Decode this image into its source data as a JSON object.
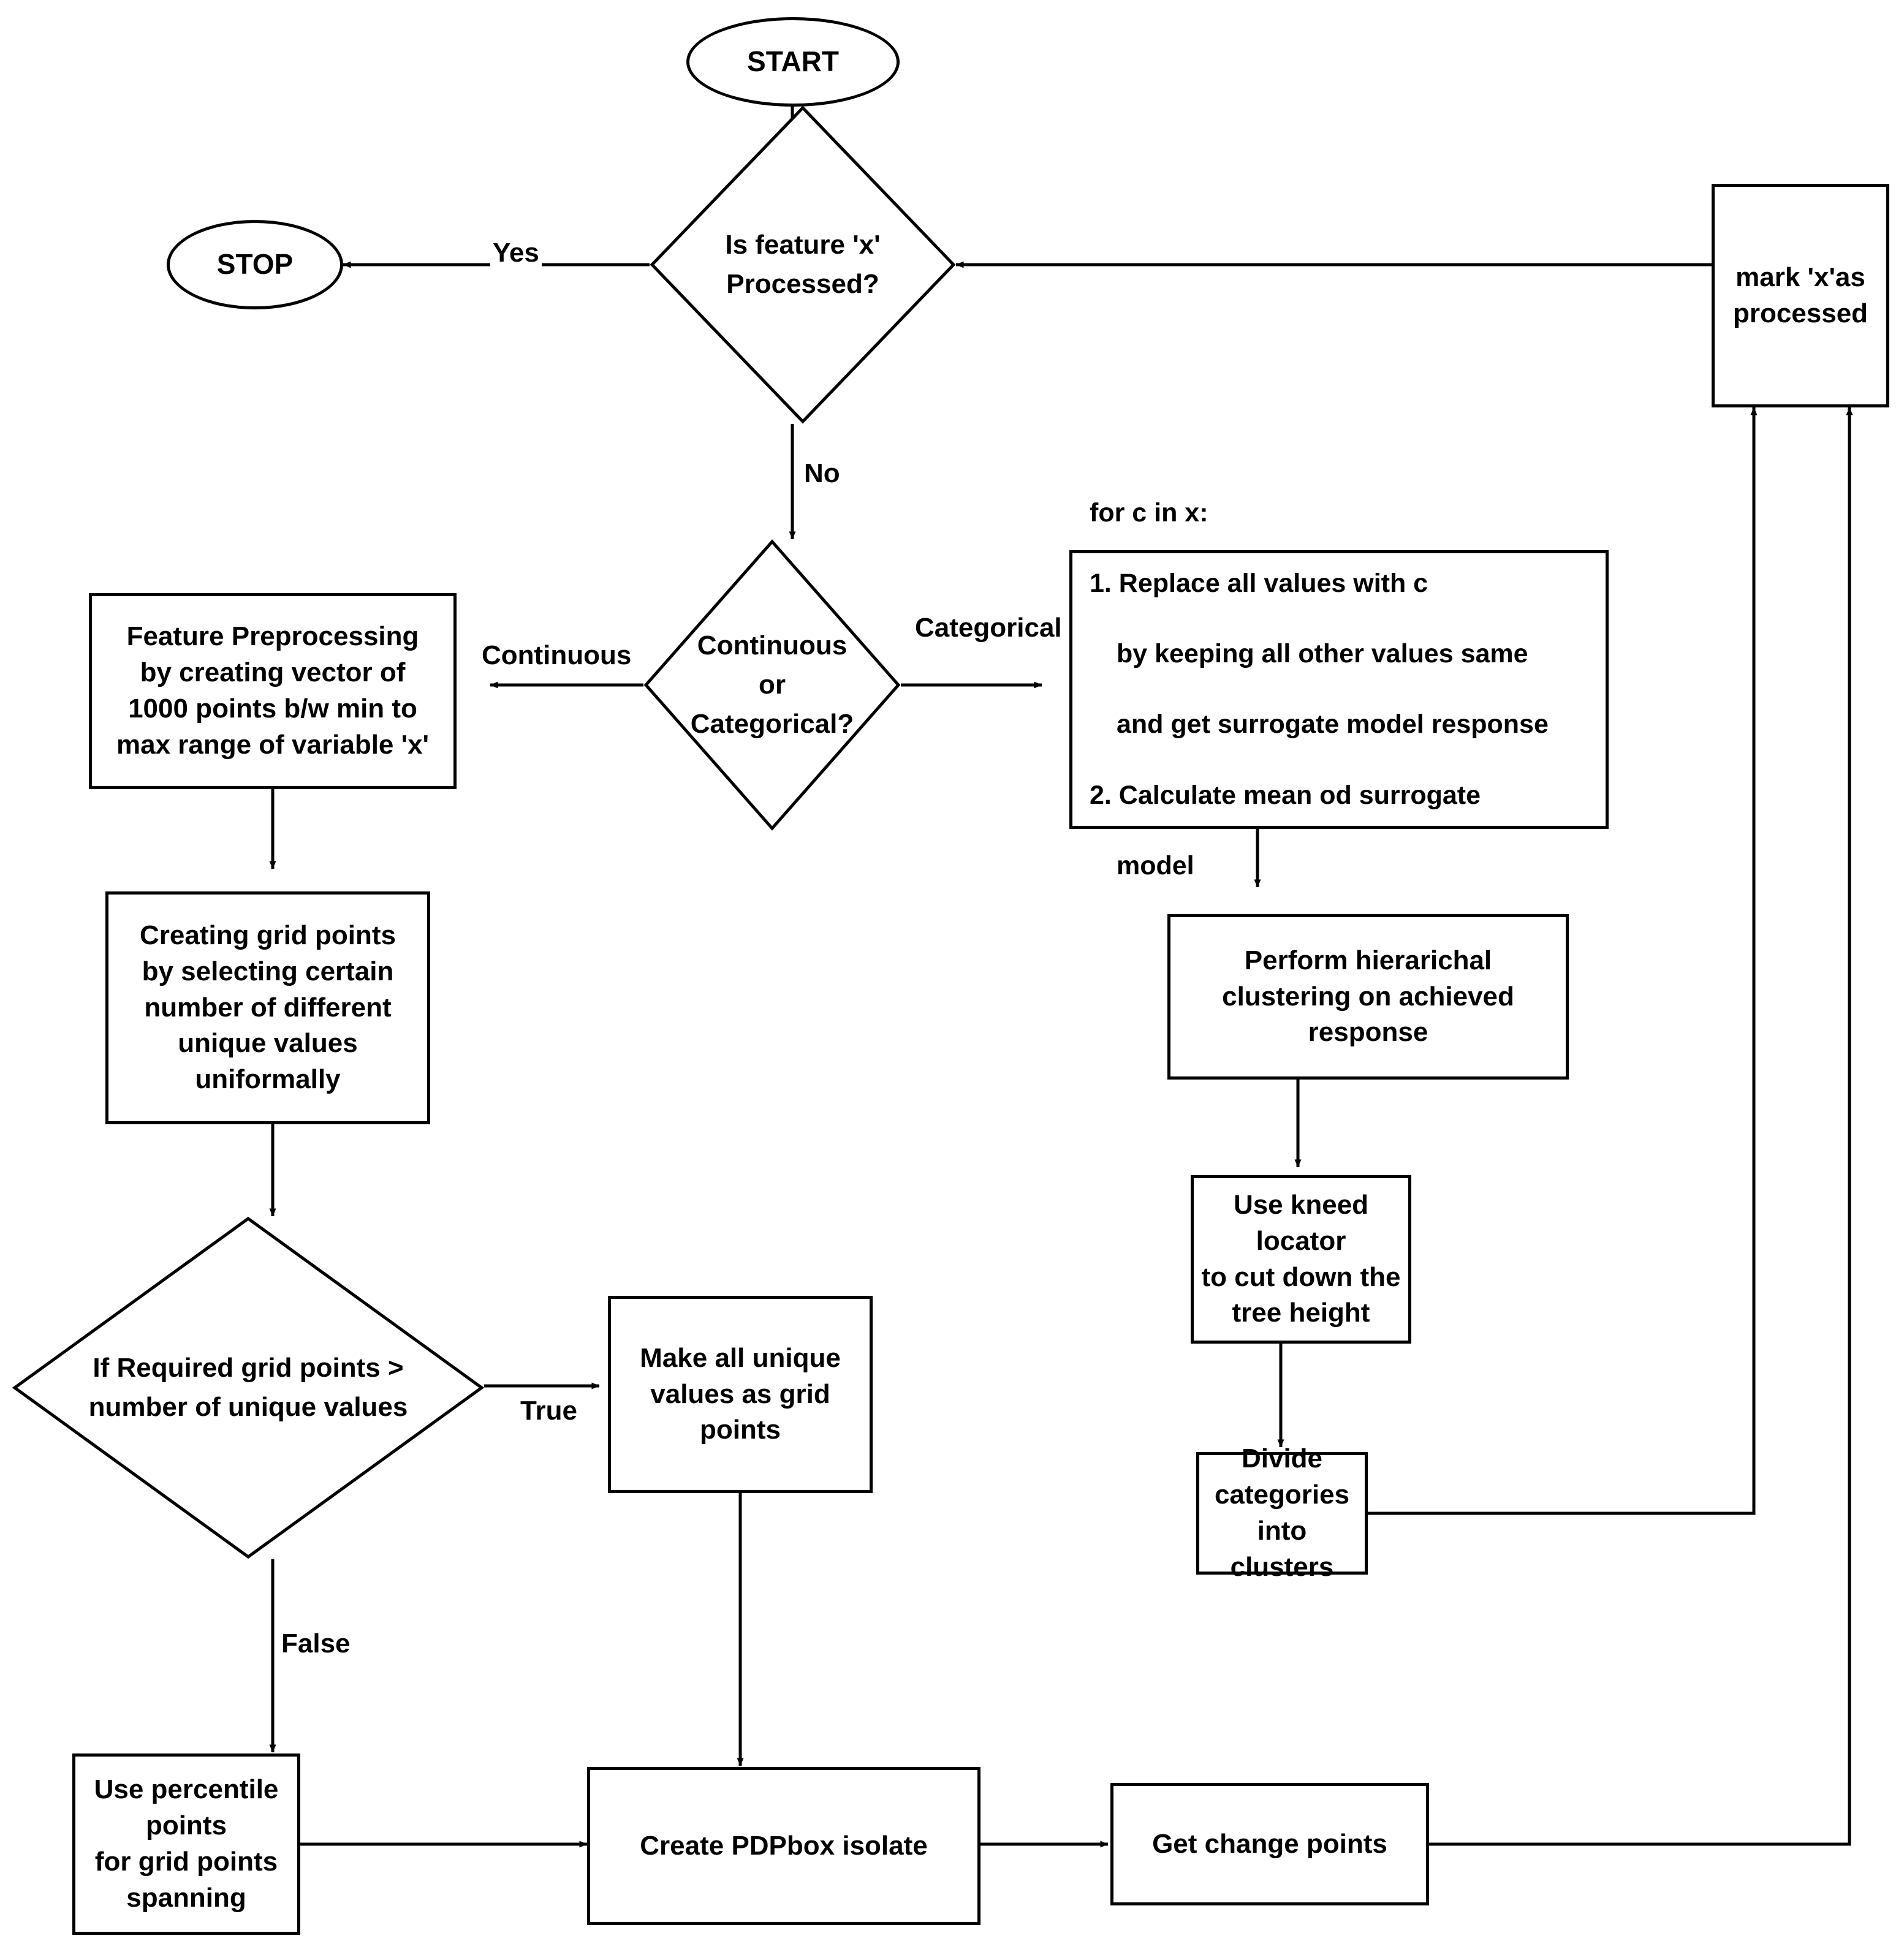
{
  "diagram": {
    "title": "Feature processing flowchart",
    "stroke_color": "#000000",
    "fill_color": "#ffffff",
    "background": "#ffffff"
  },
  "nodes": {
    "start": {
      "label": "START",
      "shape": "ellipse"
    },
    "stop": {
      "label": "STOP",
      "shape": "ellipse"
    },
    "is_processed": {
      "label": "Is feature 'x'\nProcessed?",
      "shape": "diamond"
    },
    "mark_processed": {
      "label": "mark 'x'as\nprocessed",
      "shape": "rect"
    },
    "cont_or_cat": {
      "label": "Continuous\nor\nCategorical?",
      "shape": "diamond"
    },
    "feature_preprocessing": {
      "label": "Feature Preprocessing\nby creating vector of\n1000 points b/w min to\nmax range of variable 'x'",
      "shape": "rect"
    },
    "for_loop": {
      "shape": "rect",
      "line1": "for c in x:",
      "line2": "1. Replace all values with c",
      "line3": "by keeping all other values same",
      "line4": "and get surrogate model response",
      "line5": "2. Calculate mean od surrogate",
      "line6": "model"
    },
    "creating_grid_points": {
      "label": "Creating grid points\nby selecting certain\nnumber of different\nunique values\nuniformally",
      "shape": "rect"
    },
    "hierarchical_clustering": {
      "label": "Perform hierarichal\nclustering on achieved\nresponse",
      "shape": "rect"
    },
    "kneed_locator": {
      "label": "Use kneed locator\nto cut down the\ntree height",
      "shape": "rect"
    },
    "required_grid_points": {
      "label": "If Required grid points >\nnumber of unique values",
      "shape": "diamond"
    },
    "make_all_unique": {
      "label": "Make all unique\nvalues as grid points",
      "shape": "rect"
    },
    "divide_categories": {
      "label": "Divide categories\ninto clusters",
      "shape": "rect"
    },
    "use_percentile": {
      "label": "Use percentile points\nfor grid points spanning",
      "shape": "rect"
    },
    "create_pdpbox": {
      "label": "Create PDPbox isolate",
      "shape": "rect"
    },
    "get_change_points": {
      "label": "Get change points",
      "shape": "rect"
    }
  },
  "edge_labels": {
    "yes": "Yes",
    "no": "No",
    "continuous": "Continuous",
    "categorical": "Categorical",
    "true": "True",
    "false": "False"
  }
}
